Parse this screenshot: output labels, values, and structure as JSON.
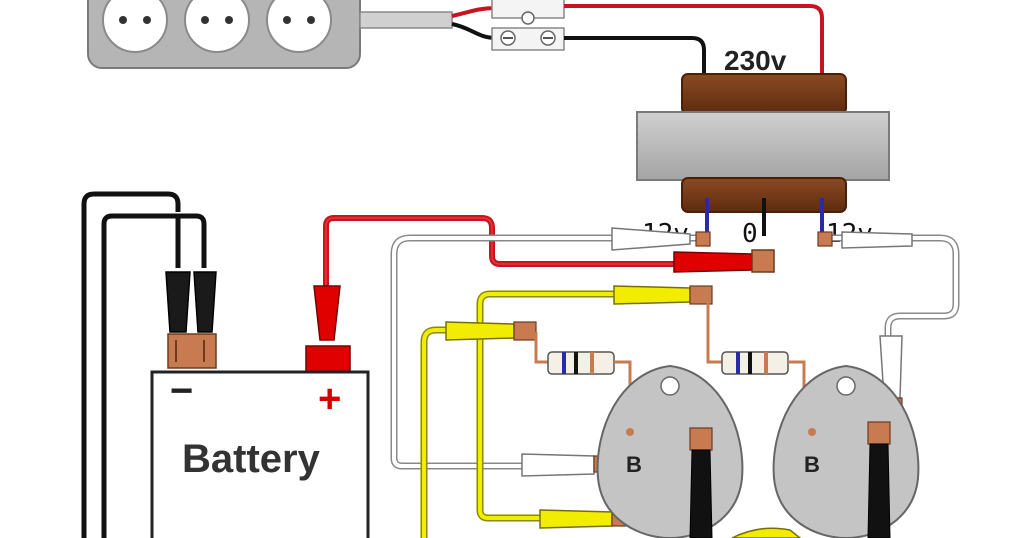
{
  "diagram": {
    "transformer": {
      "primary_label": "230v",
      "secondary_left_label": "12v",
      "secondary_center_label": "0",
      "secondary_right_label": "12v"
    },
    "battery": {
      "label": "Battery",
      "negative_symbol": "−",
      "positive_symbol": "+"
    },
    "transistors": [
      {
        "label": "B"
      },
      {
        "label": "B"
      }
    ],
    "colors": {
      "wire_red": "#c8141e",
      "wire_black": "#111111",
      "wire_yellow": "#e8e000",
      "wire_white": "#ffffff",
      "copper_wire": "#c87a50",
      "transformer_coil": "#7a3e1a",
      "transformer_core": "#b8b8b8",
      "socket_strip": "#b5b5b5",
      "transistor_body": "#c4c4c4",
      "resistor_body": "#f5f0e6"
    }
  }
}
